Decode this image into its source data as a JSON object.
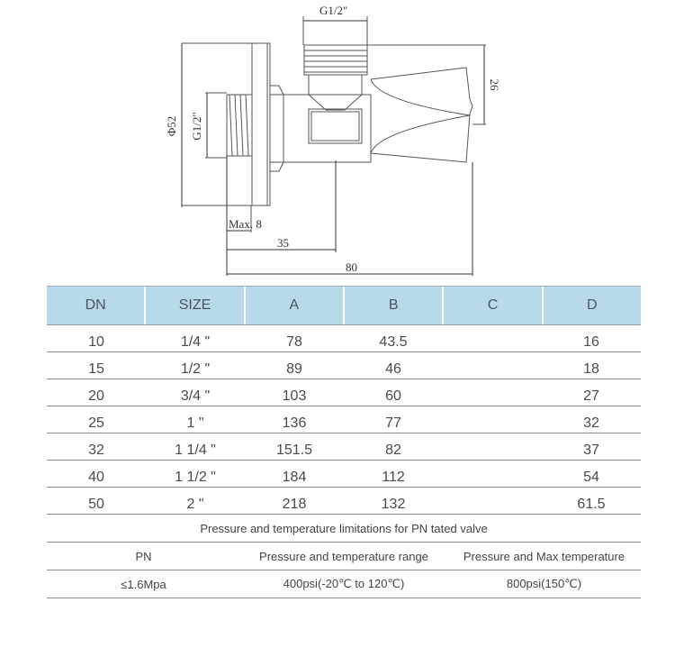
{
  "drawing": {
    "labels": {
      "top_thread": "G1/2\"",
      "side_thread": "G1/2\"",
      "flange_diameter": "Φ52",
      "handle_height": "26",
      "max_insert": "Max. 8",
      "center_offset": "35",
      "overall_length": "80"
    }
  },
  "table": {
    "headers": [
      "DN",
      "SIZE",
      "A",
      "B",
      "C",
      "D"
    ],
    "rows": [
      [
        "10",
        "1/4 \"",
        "78",
        "43.5",
        "",
        "16"
      ],
      [
        "15",
        "1/2 \"",
        "89",
        "46",
        "",
        "18"
      ],
      [
        "20",
        "3/4 \"",
        "103",
        "60",
        "",
        "27"
      ],
      [
        "25",
        "1 \"",
        "136",
        "77",
        "",
        "32"
      ],
      [
        "32",
        "1 1/4 \"",
        "151.5",
        "82",
        "",
        "37"
      ],
      [
        "40",
        "1 1/2 \"",
        "184",
        "112",
        "",
        "54"
      ],
      [
        "50",
        "2 \"",
        "218",
        "132",
        "",
        "61.5"
      ]
    ],
    "header_color": "#b7d9ea"
  },
  "pressure": {
    "title": "Pressure and temperature limitations for PN tated valve",
    "headers": [
      "PN",
      "Pressure and temperature range",
      "Pressure and Max temperature"
    ],
    "values": [
      "≤1.6Mpa",
      "400psi(-20℃ to 120℃)",
      "800psi(150℃)"
    ]
  }
}
